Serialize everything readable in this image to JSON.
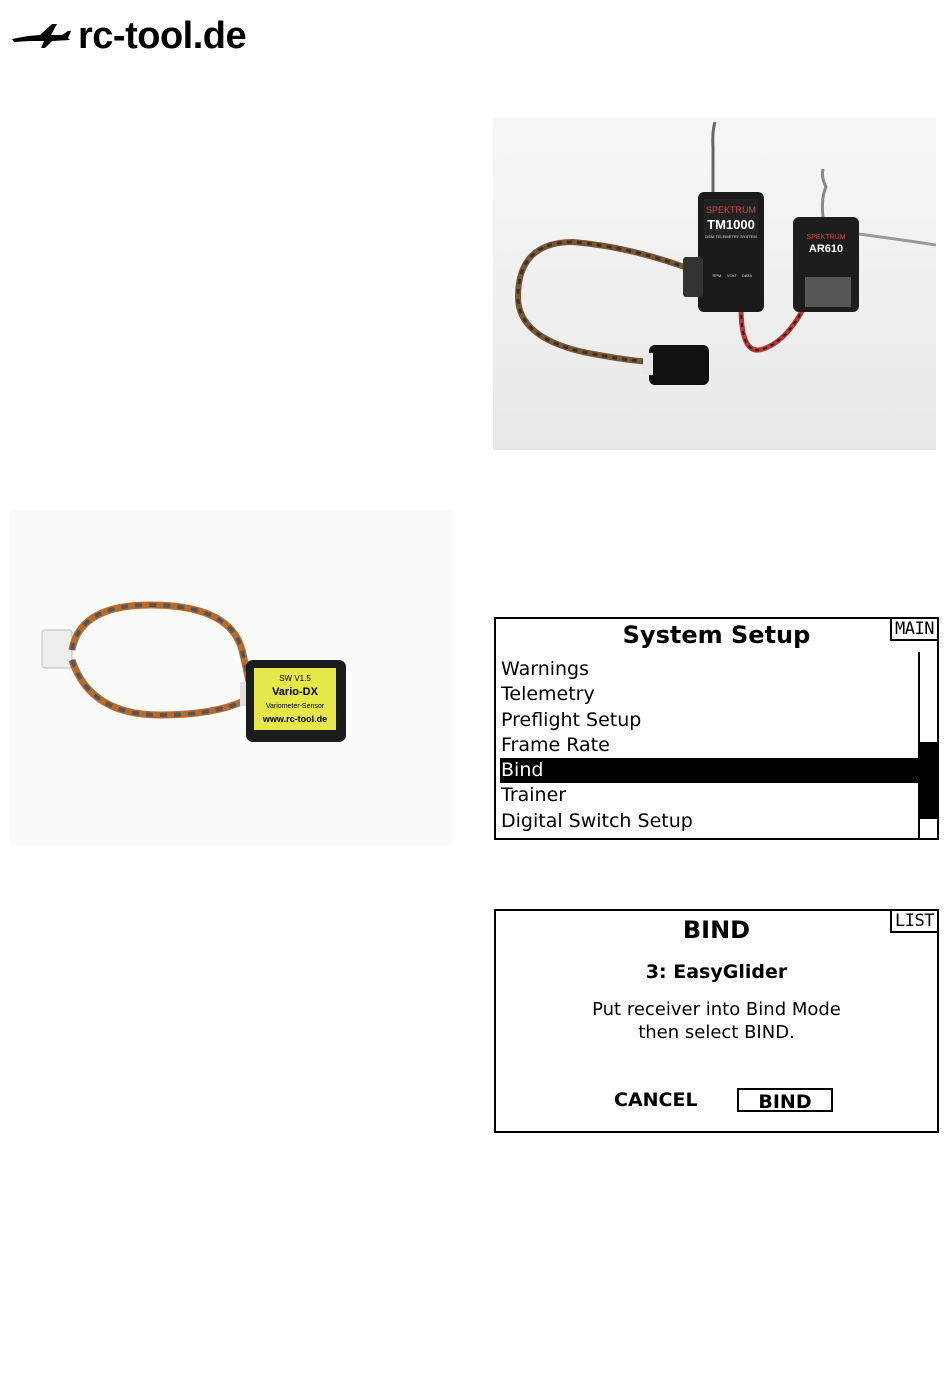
{
  "header": {
    "brand": "rc-tool.de",
    "logo_icon": "airplane-icon"
  },
  "photo1": {
    "telemetry_brand": "SPEKTRUM",
    "telemetry_model": "TM1000",
    "telemetry_sub": "DSM TELEMETRY SYSTEM",
    "port_labels": [
      "RPM",
      "VOLT",
      "DATA"
    ],
    "receiver_brand": "SPEKTRUM",
    "receiver_model": "AR610"
  },
  "photo2": {
    "label_line1": "SW V1.5",
    "label_line2": "Vario-DX",
    "label_line3": "Variometer-Sensor",
    "label_line4": "www.rc-tool.de"
  },
  "system_setup": {
    "title": "System Setup",
    "tag": "MAIN",
    "items": [
      "Warnings",
      "Telemetry",
      "Preflight Setup",
      "Frame Rate",
      "Bind",
      "Trainer",
      "Digital Switch Setup"
    ],
    "selected_index": 4
  },
  "bind_screen": {
    "title": "BIND",
    "tag": "LIST",
    "model": "3: EasyGlider",
    "message_line1": "Put receiver into Bind Mode",
    "message_line2": "then select BIND.",
    "cancel_label": "CANCEL",
    "bind_label": "BIND"
  }
}
